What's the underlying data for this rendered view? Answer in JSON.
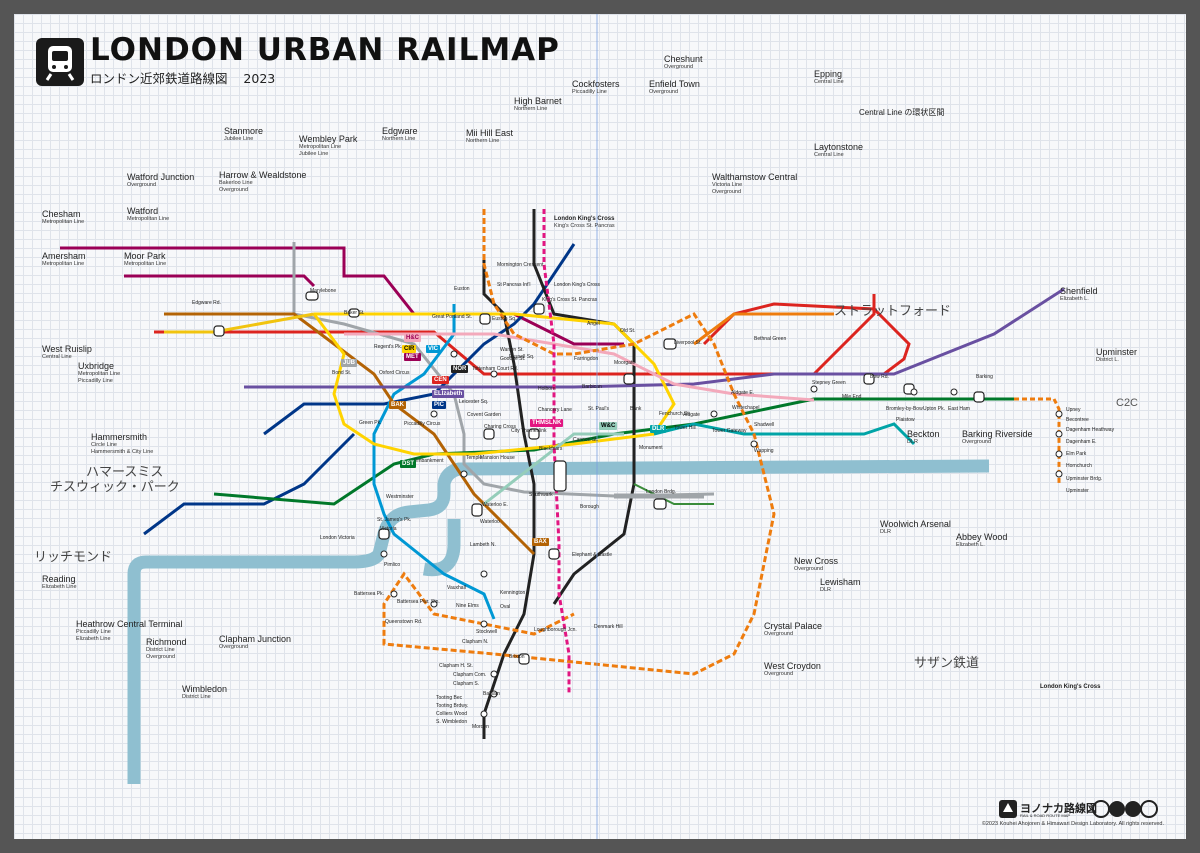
{
  "header": {
    "title": "LONDON URBAN RAILMAP",
    "subtitle": "ロンドン近郊鉄道路線図",
    "year": "2023"
  },
  "icons": {
    "logo": "train-icon",
    "cc": "creative-commons-icons"
  },
  "colors": {
    "central": "#dc241f",
    "jubilee": "#a0a5a9",
    "northern": "#000000",
    "piccadilly": "#003688",
    "district": "#00782a",
    "metropolitan": "#9b0056",
    "victoria": "#0098d4",
    "bakerloo": "#b36305",
    "circle": "#ffd300",
    "hammersmith_city": "#f3a9bb",
    "waterloo_city": "#95cdba",
    "elizabeth": "#6950a1",
    "overground": "#ee7c0e",
    "dlr": "#00a4a7",
    "thameslink": "#e21681",
    "thames": "#7fb6c9"
  },
  "outer_places": [
    {
      "name": "Cheshunt",
      "sub": "Overground"
    },
    {
      "name": "Cockfosters",
      "sub": "Piccadilly Line"
    },
    {
      "name": "Enfield Town",
      "sub": "Overground"
    },
    {
      "name": "Epping",
      "sub": "Central Line"
    },
    {
      "name": "High Barnet",
      "sub": "Northern Line"
    },
    {
      "name": "Central Line の環状区間",
      "sub": ""
    },
    {
      "name": "Stanmore",
      "sub": "Jubilee Line"
    },
    {
      "name": "Wembley Park",
      "sub": "Metropolitan Line",
      "sub2": "Jubilee Line"
    },
    {
      "name": "Edgware",
      "sub": "Northern Line"
    },
    {
      "name": "Mii Hill East",
      "sub": "Northern Line"
    },
    {
      "name": "Laytonstone",
      "sub": "Central Line"
    },
    {
      "name": "Watford Junction",
      "sub": "Overground"
    },
    {
      "name": "Harrow & Wealdstone",
      "sub": "Bakerloo Line",
      "sub2": "Overground"
    },
    {
      "name": "Walthamstow Central",
      "sub": "Victoria Line",
      "sub2": "Overground"
    },
    {
      "name": "Chesham",
      "sub": "Metropolitan Line"
    },
    {
      "name": "Watford",
      "sub": "Metropolitan Line"
    },
    {
      "name": "Amersham",
      "sub": "Metropolitan Line"
    },
    {
      "name": "Moor Park",
      "sub": "Metropolitan Line"
    },
    {
      "name": "Shenfield",
      "sub": "Elizabeth L."
    },
    {
      "name": "West Ruislip",
      "sub": "Central Line"
    },
    {
      "name": "Uxbridge",
      "sub": "Metropolitan Line",
      "sub2": "Piccadilly Line"
    },
    {
      "name": "Upminster",
      "sub": "District L."
    },
    {
      "name": "Hammersmith",
      "sub": "Circle Line",
      "sub2": "Hammersmith & City Line"
    },
    {
      "name": "Beckton",
      "sub": "DLR"
    },
    {
      "name": "Barking Riverside",
      "sub": "Overground"
    },
    {
      "name": "Woolwich Arsenal",
      "sub": "DLR"
    },
    {
      "name": "Abbey Wood",
      "sub": "Elizabeth L."
    },
    {
      "name": "New Cross",
      "sub": "Overground"
    },
    {
      "name": "Lewisham",
      "sub": "DLR"
    },
    {
      "name": "Reading",
      "sub": "Elizabeth Line"
    },
    {
      "name": "Heathrow Central Terminal",
      "sub": "Piccadilly Line",
      "sub2": "Elizabeth Line"
    },
    {
      "name": "Richmond",
      "sub": "District Line",
      "sub2": "Overground"
    },
    {
      "name": "Clapham Junction",
      "sub": "Overground"
    },
    {
      "name": "Crystal Palace",
      "sub": "Overground"
    },
    {
      "name": "West Croydon",
      "sub": "Overground"
    },
    {
      "name": "Wimbledon",
      "sub": "District Line"
    },
    {
      "name": "London King's Cross",
      "sub": ""
    },
    {
      "name": "London King's Cross",
      "sub": "King's Cross St. Pancras"
    }
  ],
  "jp_labels": [
    "ストラットフォード",
    "ハマースミス",
    "チスウィック・パーク",
    "リッチモンド",
    "サザン鉄道"
  ],
  "c2c": "C2C",
  "stations": [
    "Marylebone",
    "Baker St.",
    "Great Portland St.",
    "Euston",
    "Euston Sq.",
    "St Pancras Int'l",
    "Mornington Crescent",
    "London King's Cross",
    "King's Cross St. Pancras",
    "Angel",
    "Old St.",
    "Liverpool St.",
    "Moorgate",
    "Farringdon",
    "Barbican",
    "Warren St.",
    "Goodge St.",
    "Russell Sq.",
    "Regent's Pk.",
    "Oxford Circus",
    "Tottenham Court Rd.",
    "Bond St.",
    "Holborn",
    "Chancery Lane",
    "St. Paul's",
    "Bank",
    "Fenchurch St.",
    "Aldgate",
    "Aldgate E.",
    "Whitechapel",
    "Bethnal Green",
    "Stepney Green",
    "Mile End",
    "Bow Rd.",
    "Bromley-by-Bow",
    "Plaistow",
    "Upton Pk.",
    "East Ham",
    "Barking",
    "Leicester Sq.",
    "Covent Garden",
    "Piccadilly Circus",
    "Green Pk.",
    "Charing Cross",
    "City Thameslink",
    "Blackfriars",
    "Cannon St.",
    "Monument",
    "Tower Hill",
    "Tower Gateway",
    "Shadwell",
    "Wapping",
    "Mansion House",
    "Temple",
    "Embankment",
    "Westminster",
    "St. James's Pk.",
    "Victoria",
    "London Victoria",
    "Waterloo",
    "Waterloo E.",
    "Southwark",
    "Borough",
    "London Brdg.",
    "Lambeth N.",
    "Elephant & Castle",
    "Pimlico",
    "Vauxhall",
    "Battersea Pk.",
    "Battersea Pwr. Stn.",
    "Nine Elms",
    "Kennington",
    "Oval",
    "Stockwell",
    "Clapham N.",
    "Clapham H. St.",
    "Clapham Com.",
    "Clapham S.",
    "Balham",
    "Brixton",
    "Loughborough Jcn.",
    "Denmark Hill",
    "Queenstown Rd.",
    "Tooting Bec",
    "Tooting Brdwy.",
    "Colliers Wood",
    "S. Wimbledon",
    "Morden",
    "Edgware Rd.",
    "Upney",
    "Becontree",
    "Dagenham Heathway",
    "Dagenham E.",
    "Elm Park",
    "Hornchurch",
    "Upminster Brdg.",
    "Upminster"
  ],
  "badges": [
    {
      "t": "H&C",
      "c": "#f3a9bb",
      "fg": "#9b0056"
    },
    {
      "t": "CIR",
      "c": "#ffd300",
      "fg": "#000"
    },
    {
      "t": "MET",
      "c": "#9b0056",
      "fg": "#fff"
    },
    {
      "t": "VIC",
      "c": "#0098d4",
      "fg": "#fff"
    },
    {
      "t": "NOR",
      "c": "#222",
      "fg": "#fff"
    },
    {
      "t": "JUB",
      "c": "#a0a5a9",
      "fg": "#fff"
    },
    {
      "t": "CEN",
      "c": "#dc241f",
      "fg": "#fff"
    },
    {
      "t": "BAK",
      "c": "#b36305",
      "fg": "#fff"
    },
    {
      "t": "PIC",
      "c": "#003688",
      "fg": "#fff"
    },
    {
      "t": "ELIzabeth",
      "c": "#6950a1",
      "fg": "#fff"
    },
    {
      "t": "THMSLNK",
      "c": "#e21681",
      "fg": "#fff"
    },
    {
      "t": "DLR",
      "c": "#00a4a7",
      "fg": "#fff"
    },
    {
      "t": "DST",
      "c": "#00782a",
      "fg": "#fff"
    },
    {
      "t": "W&C",
      "c": "#95cdba",
      "fg": "#000"
    },
    {
      "t": "BAX",
      "c": "#b36305",
      "fg": "#fff"
    }
  ],
  "footer": {
    "brand": "ヨノナカ路線図",
    "brand_sub": "RAIL & ROAD ROUTE MAP",
    "copyright": "©2023 Kouhei Ahojoren & Himawari Design Laboratory. All rights reserved."
  }
}
